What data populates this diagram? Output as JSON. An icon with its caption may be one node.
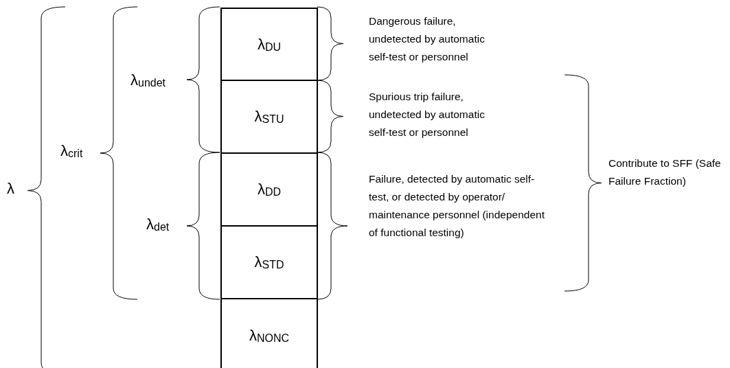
{
  "diagram": {
    "nodes": [
      {
        "text": [
          "λ$_{DU}$"
        ]
      },
      {
        "text": [
          "λ$_{STU}$"
        ]
      },
      {
        "text": [
          "λ$_{DD}$"
        ]
      },
      {
        "text": [
          "λ$_{STD}$"
        ]
      },
      {
        "text": [
          "λ$_{NONC}$"
        ]
      }
    ],
    "edges": [],
    "labels": [
      "λ",
      "λ$_{crit}$",
      "λ$_{undet}$",
      "λ$_{det}$",
      "Dangerous failure, undetected by automatic self-test or personnel",
      "Spurious trip failure, undetected by automatic self-test or personnel",
      "Failure, detected by automatic self-test, or detected by operator/ maintenance personnel (independent of functional testing)",
      "Contribute to SFF (Safe Failure Fraction)"
    ]
  }
}
